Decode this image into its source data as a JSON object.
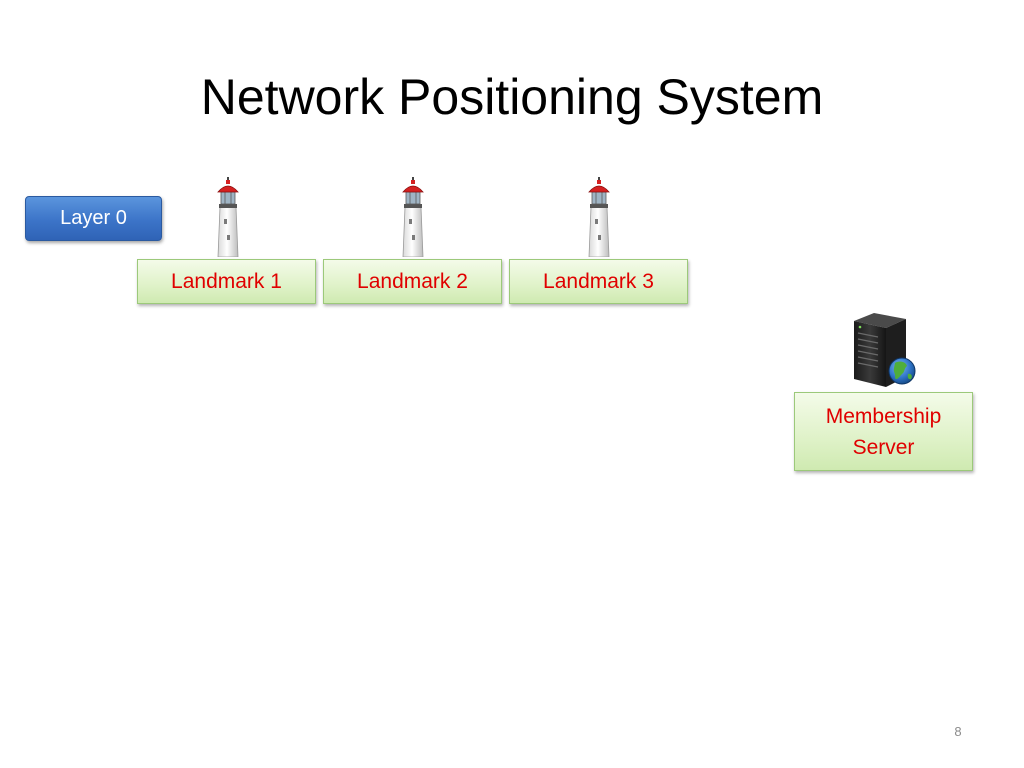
{
  "slide": {
    "title": "Network Positioning System",
    "page_number": "8"
  },
  "layer_badge": {
    "label": "Layer 0"
  },
  "landmarks": [
    {
      "label": "Landmark 1",
      "icon": "lighthouse-icon"
    },
    {
      "label": "Landmark 2",
      "icon": "lighthouse-icon"
    },
    {
      "label": "Landmark 3",
      "icon": "lighthouse-icon"
    }
  ],
  "membership_server": {
    "label_line1": "Membership",
    "label_line2": "Server",
    "icon": "server-globe-icon"
  },
  "colors": {
    "node_text": "#e00000",
    "node_fill": "#dff2c8",
    "layer_fill": "#3c74c8",
    "lighthouse_roof": "#d42020"
  }
}
